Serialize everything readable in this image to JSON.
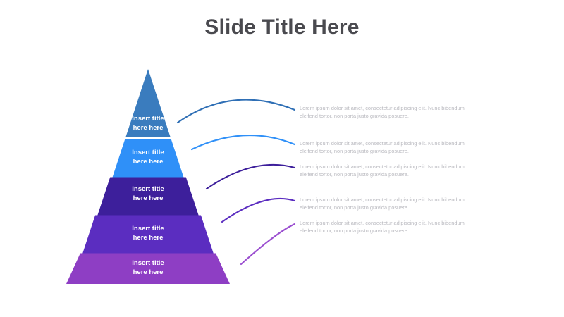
{
  "slide": {
    "title": "Slide Title Here",
    "title_color": "#4a4a4f",
    "background": "#ffffff"
  },
  "chart_data": {
    "type": "pyramid",
    "title": "Slide Title Here",
    "levels": 5,
    "level_labels": [
      "Insert title\nhere here",
      "Insert title\nhere here",
      "Insert title\nhere here",
      "Insert title\nhere here",
      "Insert title\nhere here"
    ],
    "level_colors": [
      "#3a7cbe",
      "#2f90f8",
      "#3d1f9b",
      "#5b2dc0",
      "#8e3ec4"
    ],
    "descriptions": [
      "Lorem ipsum dolor sit amet, consectetur adipiscing elit. Nunc bibendum eleifend tortor, non porta justo gravida posuere.",
      "Lorem ipsum dolor sit amet, consectetur adipiscing elit. Nunc bibendum eleifend tortor, non porta justo gravida posuere.",
      "Lorem ipsum dolor sit amet, consectetur adipiscing elit. Nunc bibendum eleifend tortor, non porta justo gravida posuere.",
      "Lorem ipsum dolor sit amet, consectetur adipiscing elit. Nunc bibendum eleifend tortor, non porta justo gravida posuere.",
      "Lorem ipsum dolor sit amet, consectetur adipiscing elit. Nunc bibendum eleifend tortor, non porta justo gravida posuere."
    ],
    "connector_colors": [
      "#2f6fb5",
      "#2f90f8",
      "#3d1f9b",
      "#5b2dc0",
      "#9b4fd0"
    ],
    "label_color": "#ffffff",
    "description_color": "#b9b9bf"
  },
  "pyramid": {
    "tiers": [
      {
        "label": "Insert title\nhere here",
        "color": "#3a7cbe"
      },
      {
        "label": "Insert title\nhere here",
        "color": "#2f90f8"
      },
      {
        "label": "Insert title\nhere here",
        "color": "#3d1f9b"
      },
      {
        "label": "Insert title\nhere here",
        "color": "#5b2dc0"
      },
      {
        "label": "Insert title\nhere here",
        "color": "#8e3ec4"
      }
    ]
  },
  "descriptions": [
    {
      "text": "Lorem ipsum dolor sit amet, consectetur adipiscing elit. Nunc bibendum eleifend tortor, non porta justo gravida posuere."
    },
    {
      "text": "Lorem ipsum dolor sit amet, consectetur adipiscing elit. Nunc bibendum eleifend tortor, non porta justo gravida posuere."
    },
    {
      "text": "Lorem ipsum dolor sit amet, consectetur adipiscing elit. Nunc bibendum eleifend tortor, non porta justo gravida posuere."
    },
    {
      "text": "Lorem ipsum dolor sit amet, consectetur adipiscing elit. Nunc bibendum eleifend tortor, non porta justo gravida posuere."
    },
    {
      "text": "Lorem ipsum dolor sit amet, consectetur adipiscing elit. Nunc bibendum eleifend tortor, non porta justo gravida posuere."
    }
  ]
}
